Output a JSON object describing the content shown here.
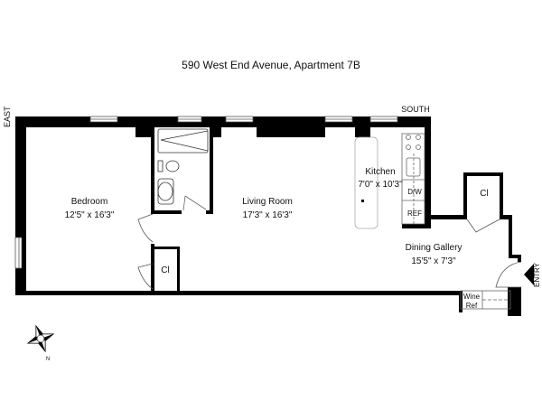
{
  "title": "590 West End Avenue, Apartment 7B",
  "orientation": {
    "south": "SOUTH",
    "east": "EAST",
    "entry": "ENTRY",
    "compass_north": "N"
  },
  "rooms": {
    "bedroom": {
      "name": "Bedroom",
      "size": "12'5\" x 16'3\""
    },
    "living_room": {
      "name": "Living Room",
      "size": "17'3\" x 16'3\""
    },
    "kitchen": {
      "name": "Kitchen",
      "size": "7'0\" x 10'3\""
    },
    "dining_gallery": {
      "name": "Dining Gallery",
      "size": "15'5\" x 7'3\""
    },
    "closet_bedroom": {
      "name": "Cl"
    },
    "closet_entry": {
      "name": "Cl"
    }
  },
  "appliances": {
    "dishwasher": "D/W",
    "refrigerator": "REF",
    "wine_ref_line1": "Wine",
    "wine_ref_line2": "Ref"
  }
}
